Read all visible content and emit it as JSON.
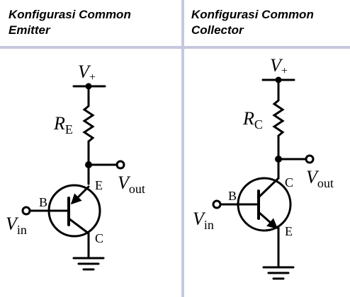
{
  "colors": {
    "divider": "#c5c8df",
    "ink": "#000000",
    "background": "#ffffff"
  },
  "left_panel": {
    "title_line1": "Konfigurasi Common",
    "title_line2": "Emitter",
    "supply": {
      "main": "V",
      "sub": "+"
    },
    "resistor": {
      "main": "R",
      "sub": "E"
    },
    "output": {
      "main": "V",
      "sub": "out"
    },
    "input": {
      "main": "V",
      "sub": "in"
    },
    "pin_b": "B",
    "pin_e": "E",
    "pin_c": "C"
  },
  "right_panel": {
    "title_line1": "Konfigurasi Common",
    "title_line2": "Collector",
    "supply": {
      "main": "V",
      "sub": "+"
    },
    "resistor": {
      "main": "R",
      "sub": "C"
    },
    "output": {
      "main": "V",
      "sub": "out"
    },
    "input": {
      "main": "V",
      "sub": "in"
    },
    "pin_b": "B",
    "pin_c": "C",
    "pin_e": "E"
  }
}
